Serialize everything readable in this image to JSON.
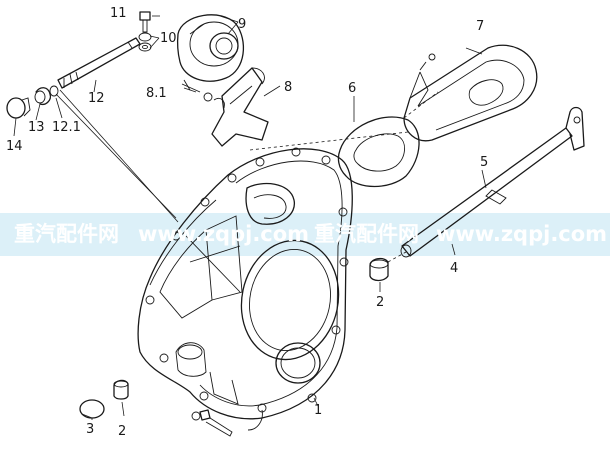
{
  "diagram": {
    "callouts": [
      "1",
      "2",
      "2",
      "3",
      "4",
      "5",
      "6",
      "7",
      "8",
      "8.1",
      "9",
      "10",
      "11",
      "12",
      "12.1",
      "13",
      "14"
    ],
    "watermark": {
      "left": "重汽配件网",
      "url": "www.zqpj.com",
      "right": "重汽配件网",
      "url2": "www.zqpj.com",
      "band_color": "#bfe4f2"
    }
  }
}
